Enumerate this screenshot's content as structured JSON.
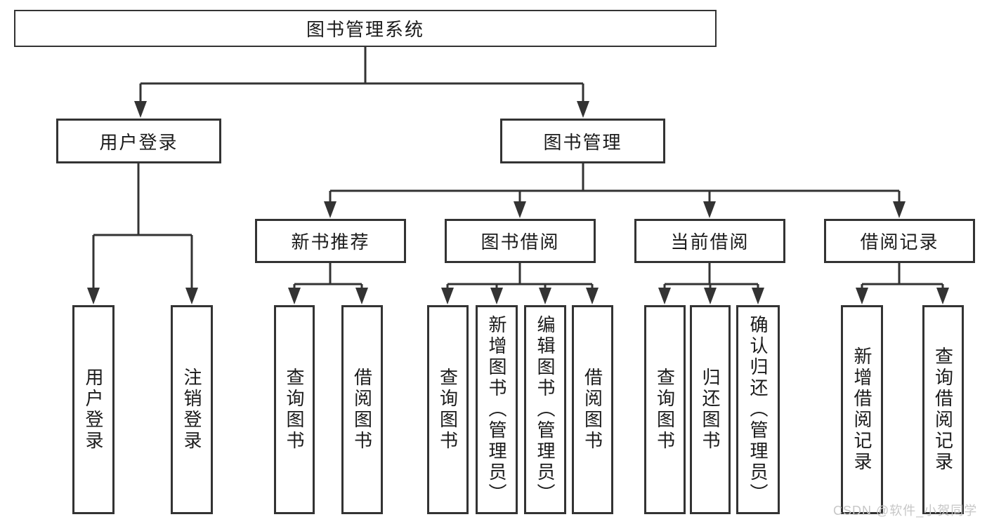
{
  "diagram": {
    "title": "图书管理系统",
    "children": [
      {
        "label": "用户登录",
        "children": [
          {
            "label": "用户登录"
          },
          {
            "label": "注销登录"
          }
        ]
      },
      {
        "label": "图书管理",
        "children": [
          {
            "label": "新书推荐",
            "children": [
              {
                "label": "查询图书"
              },
              {
                "label": "借阅图书"
              }
            ]
          },
          {
            "label": "图书借阅",
            "children": [
              {
                "label": "查询图书"
              },
              {
                "label": "新增图书（管理员）"
              },
              {
                "label": "编辑图书（管理员）"
              },
              {
                "label": "借阅图书"
              }
            ]
          },
          {
            "label": "当前借阅",
            "children": [
              {
                "label": "查询图书"
              },
              {
                "label": "归还图书"
              },
              {
                "label": "确认归还（管理员）"
              }
            ]
          },
          {
            "label": "借阅记录",
            "children": [
              {
                "label": "新增借阅记录"
              },
              {
                "label": "查询借阅记录"
              }
            ]
          }
        ]
      }
    ]
  },
  "watermark": "CSDN @软件_小贺同学",
  "colors": {
    "line": "#333333",
    "text": "#1b1b1b",
    "background": "#ffffff",
    "watermark": "#c7c7c7"
  }
}
